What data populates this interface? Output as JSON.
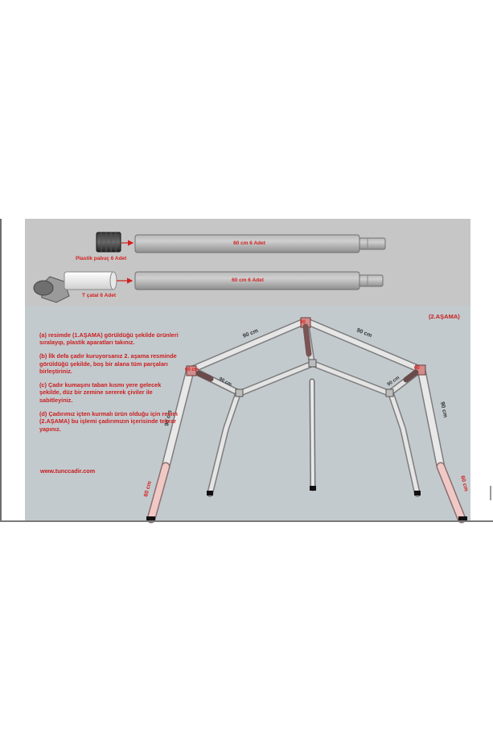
{
  "parts": {
    "pipe_label_1": "60 cm 6 Adet",
    "pipe_label_2": "60 cm 6 Adet",
    "cap_label": "Plastik pabuç 6 Adet",
    "tfork_label": "T çatal 6 Adet"
  },
  "stage_label": "(2.AŞAMA)",
  "instructions": {
    "a": "(a) resimde (1.AŞAMA) görüldüğü şekilde ürünleri sıralayıp, plastik aparatları takınız.",
    "b": "(b) İlk defa çadır kuruyorsanız 2. aşama resminde görüldüğü şekilde, boş bir alana tüm parçaları birleştiriniz.",
    "c": "(c) Çadır kumaşını taban kısmı yere gelecek şekilde, düz bir zemine sererek çiviler ile sabitleyiniz.",
    "d": "(d) Çadırımız içten kurmalı ürün olduğu için resim (2.AŞAMA) bu işlemi çadırımızın içerisinde tekrar yapınız."
  },
  "website": "www.tunccadir.com",
  "frame_labels": {
    "top_left": "90 cm",
    "top_right": "90 cm",
    "inner_left": "90 cm",
    "inner_right": "90 cm",
    "apex": "60",
    "left_corner": "60 cm",
    "right_corner": "60",
    "left_leg_upper": "90 cm",
    "right_leg_upper": "90 cm",
    "left_leg_lower": "60 cm",
    "right_leg_lower": "60 cm"
  },
  "colors": {
    "label_red": "#d4201f",
    "pipe_gray": "#a8a8a8",
    "joint_pink": "#e7b6b6",
    "bg_top": "#c6c6c6",
    "bg_bottom": "#c3cace"
  }
}
